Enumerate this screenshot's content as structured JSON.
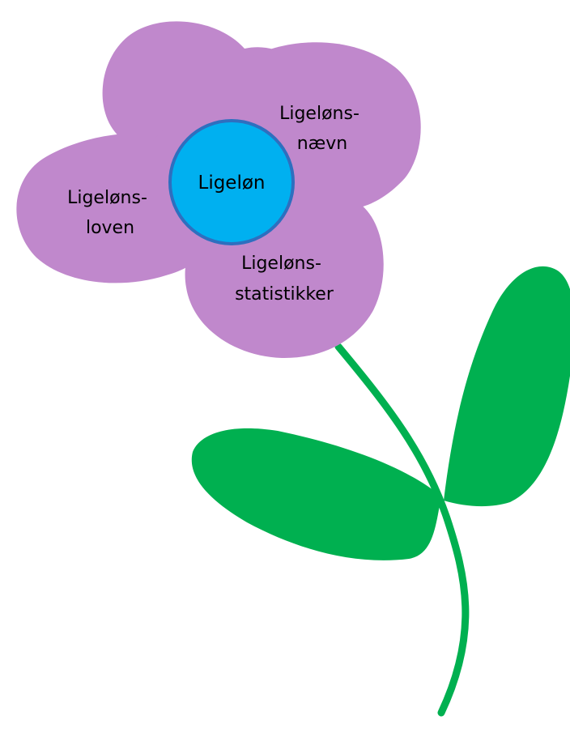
{
  "colors": {
    "petal": "#c088cc",
    "center_fill": "#00b0f0",
    "center_stroke": "#2e6fbf",
    "stem": "#00b050",
    "leaf": "#00b050"
  },
  "center": {
    "label": "Ligeløn"
  },
  "petals": [
    {
      "line1": "Ligeløns-",
      "line2": "nævn"
    },
    {
      "line1": "Ligeløns-",
      "line2": "loven"
    },
    {
      "line1": "Ligeløns-",
      "line2": "statistikker"
    }
  ]
}
